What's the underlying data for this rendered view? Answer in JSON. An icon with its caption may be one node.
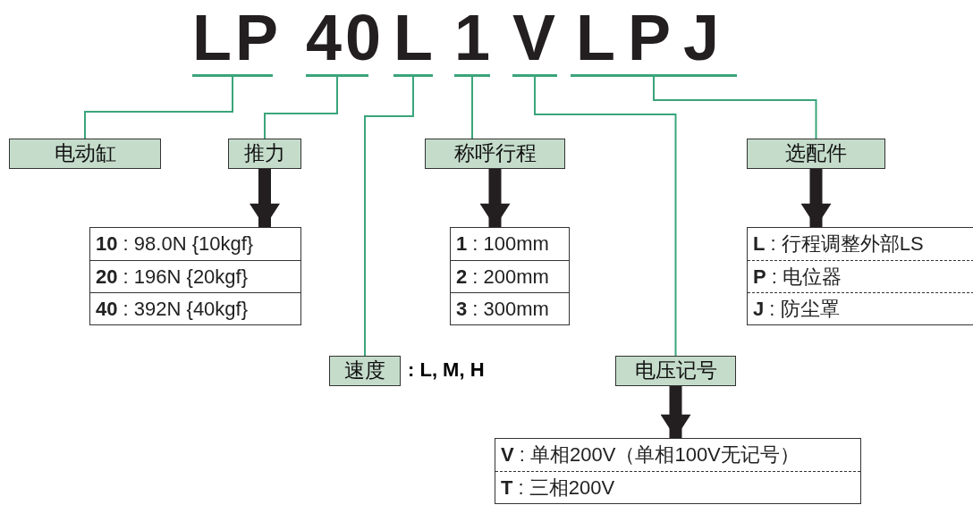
{
  "diagram": {
    "nodes": [
      {
        "text": [
          "LP"
        ]
      },
      {
        "text": [
          "40"
        ]
      },
      {
        "text": [
          "L"
        ]
      },
      {
        "text": [
          "1"
        ]
      },
      {
        "text": [
          "V"
        ]
      },
      {
        "text": [
          "LPJ"
        ]
      },
      {
        "text": [
          "电动缸"
        ]
      },
      {
        "text": [
          "推力"
        ]
      },
      {
        "text": [
          "速度"
        ],
        "beside": [
          ": L, M, H"
        ]
      },
      {
        "text": [
          "称呼行程"
        ]
      },
      {
        "text": [
          "电压记号"
        ]
      },
      {
        "text": [
          "选配件"
        ]
      },
      {
        "text": [
          "**10** : 98.0N {10kgf}",
          "**20** :  196N {20kgf}",
          "**40** :  392N {40kgf}"
        ]
      },
      {
        "text": [
          "**1** : 100mm",
          "**2** : 200mm",
          "**3** : 300mm"
        ]
      },
      {
        "text": [
          "**V** : 单相200V（单相100V无记号）",
          "**T** : 三相200V"
        ]
      },
      {
        "text": [
          "**L** : 行程调整外部LS",
          "**P** : 电位器",
          "**J** : 防尘罩"
        ]
      }
    ],
    "edges": [
      {
        "from": 0,
        "to": 6,
        "arrow": "none"
      },
      {
        "from": 1,
        "to": 7,
        "arrow": "none"
      },
      {
        "from": 2,
        "to": 8,
        "arrow": "none"
      },
      {
        "from": 3,
        "to": 9,
        "arrow": "none"
      },
      {
        "from": 4,
        "to": 10,
        "arrow": "none"
      },
      {
        "from": 5,
        "to": 11,
        "arrow": "none"
      },
      {
        "from": 7,
        "to": 12,
        "arrow": "to",
        "style": "thick",
        "color": "#231f20"
      },
      {
        "from": 9,
        "to": 13,
        "arrow": "to",
        "style": "thick",
        "color": "#231f20"
      },
      {
        "from": 10,
        "to": 14,
        "arrow": "to",
        "style": "thick",
        "color": "#231f20"
      },
      {
        "from": 11,
        "to": 15,
        "arrow": "to",
        "style": "thick",
        "color": "#231f20"
      }
    ]
  }
}
